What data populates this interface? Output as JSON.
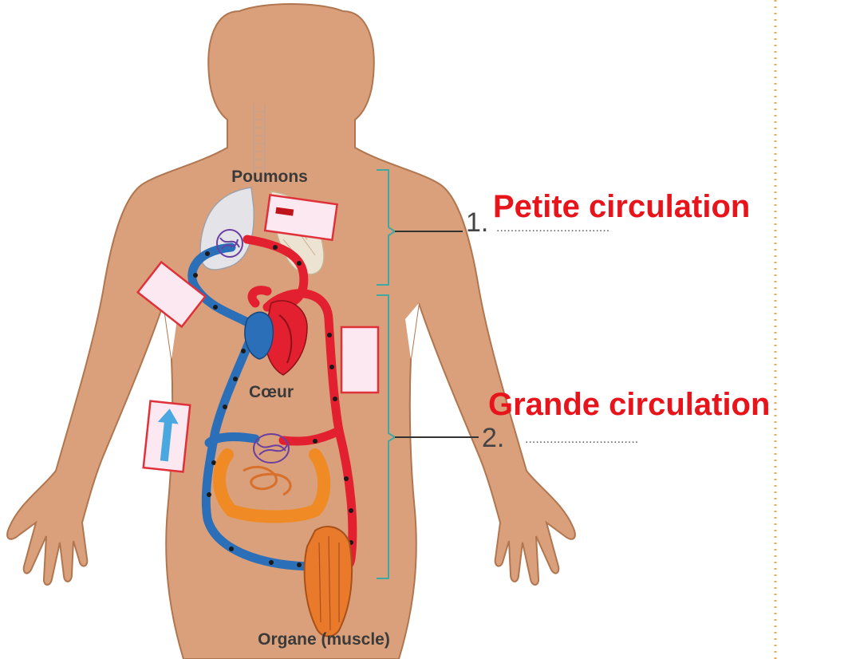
{
  "labels": {
    "lungs": "Poumons",
    "heart": "Cœur",
    "organ": "Organe (muscle)"
  },
  "sections": [
    {
      "number": "1.",
      "title": "Petite circulation",
      "dots": "................................"
    },
    {
      "number": "2.",
      "title": "Grande circulation",
      "dots": "................................"
    }
  ],
  "colors": {
    "skin": "#D9A07B",
    "skin_outline": "#8A5A3A",
    "oxygenated": "#E2202F",
    "deoxygenated": "#2B6FB8",
    "capillary": "#6B3FA0",
    "intestine": "#F08A24",
    "bracket": "#3FA8A0",
    "title_red": "#E8141C",
    "guide_dotted": "#F2A65A",
    "box_border": "#E0303A",
    "box_fill": "#FCE8F0"
  },
  "icons": {
    "arrow": "up-arrow-icon"
  }
}
